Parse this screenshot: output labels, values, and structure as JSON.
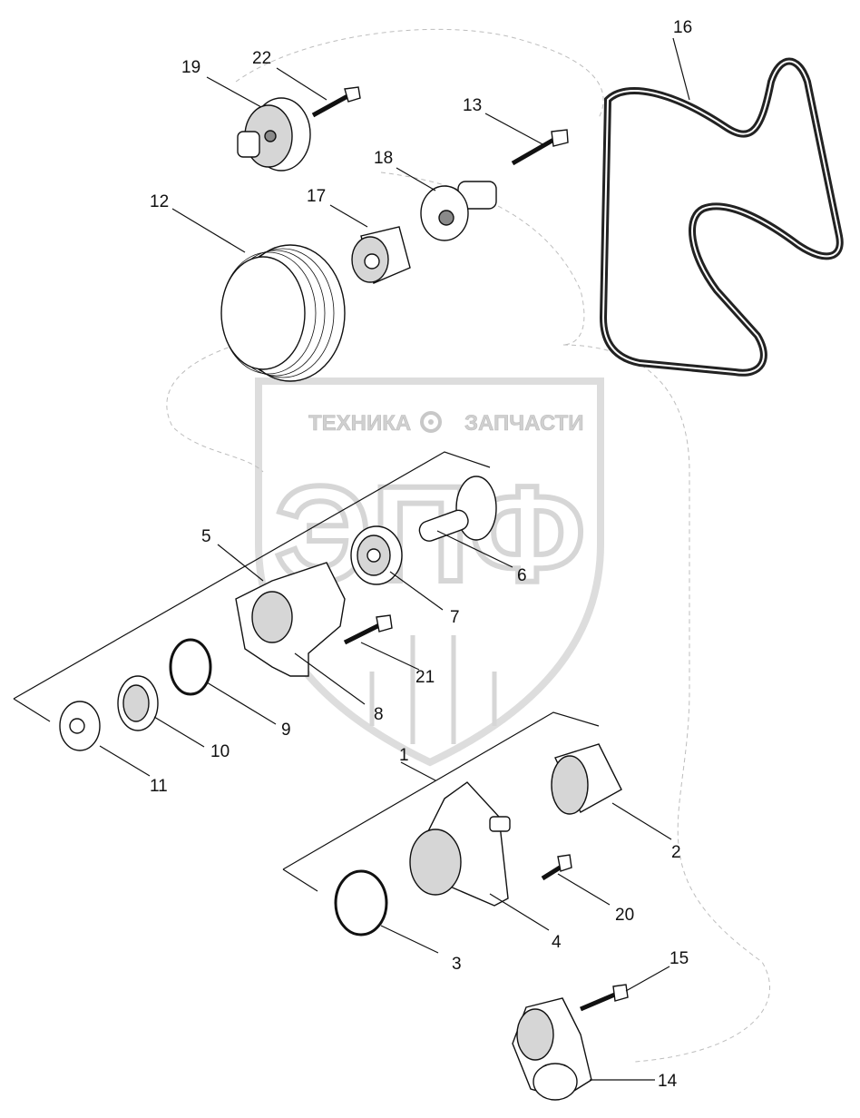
{
  "watermark": {
    "line1_left": "ТЕХНИКА",
    "line1_right": "ЗАПЧАСТИ",
    "big": "ЭПФ"
  },
  "callouts": {
    "c1": "1",
    "c2": "2",
    "c3": "3",
    "c4": "4",
    "c5": "5",
    "c6": "6",
    "c7": "7",
    "c8": "8",
    "c9": "9",
    "c10": "10",
    "c11": "11",
    "c12": "12",
    "c13": "13",
    "c14": "14",
    "c15": "15",
    "c16": "16",
    "c17": "17",
    "c18": "18",
    "c19": "19",
    "c20": "20",
    "c21": "21",
    "c22": "22"
  },
  "colors": {
    "line": "#111111",
    "watermark": "#d0d0d0",
    "phantom": "#bdbdbd"
  }
}
